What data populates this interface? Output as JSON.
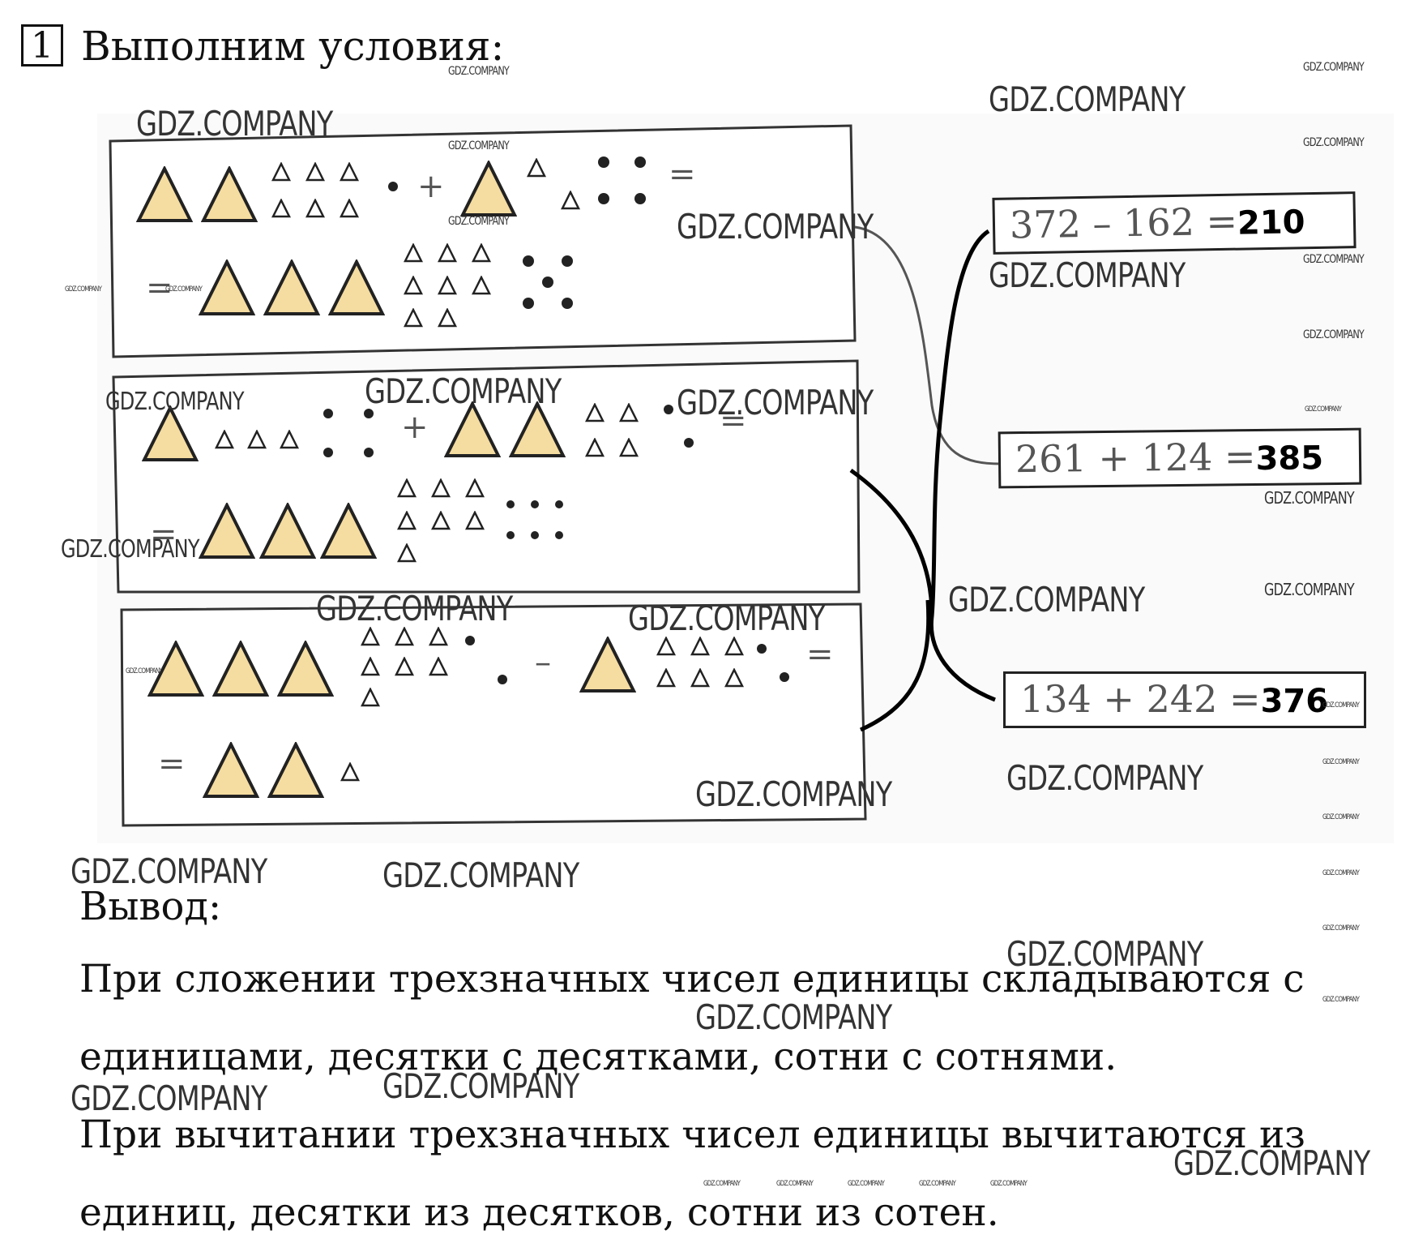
{
  "task": {
    "number": "1",
    "title": "Выполним условия:"
  },
  "watermark_text": "GDZ.COMPANY",
  "equations": [
    {
      "expr": "372 – 162 =",
      "answer": "210"
    },
    {
      "expr": "261 + 124 =",
      "answer": "385"
    },
    {
      "expr": "134 + 242 =",
      "answer": "376"
    }
  ],
  "conclusion": {
    "heading": "Вывод:",
    "addition_rule": "При сложении трехзначных чисел единицы складываются с единицами, десятки с десятками, сотни с сотнями.",
    "subtraction_rule": "При вычитании трехзначных чисел единицы вычитаются из единиц, десятки из десятков, сотни из сотен."
  }
}
